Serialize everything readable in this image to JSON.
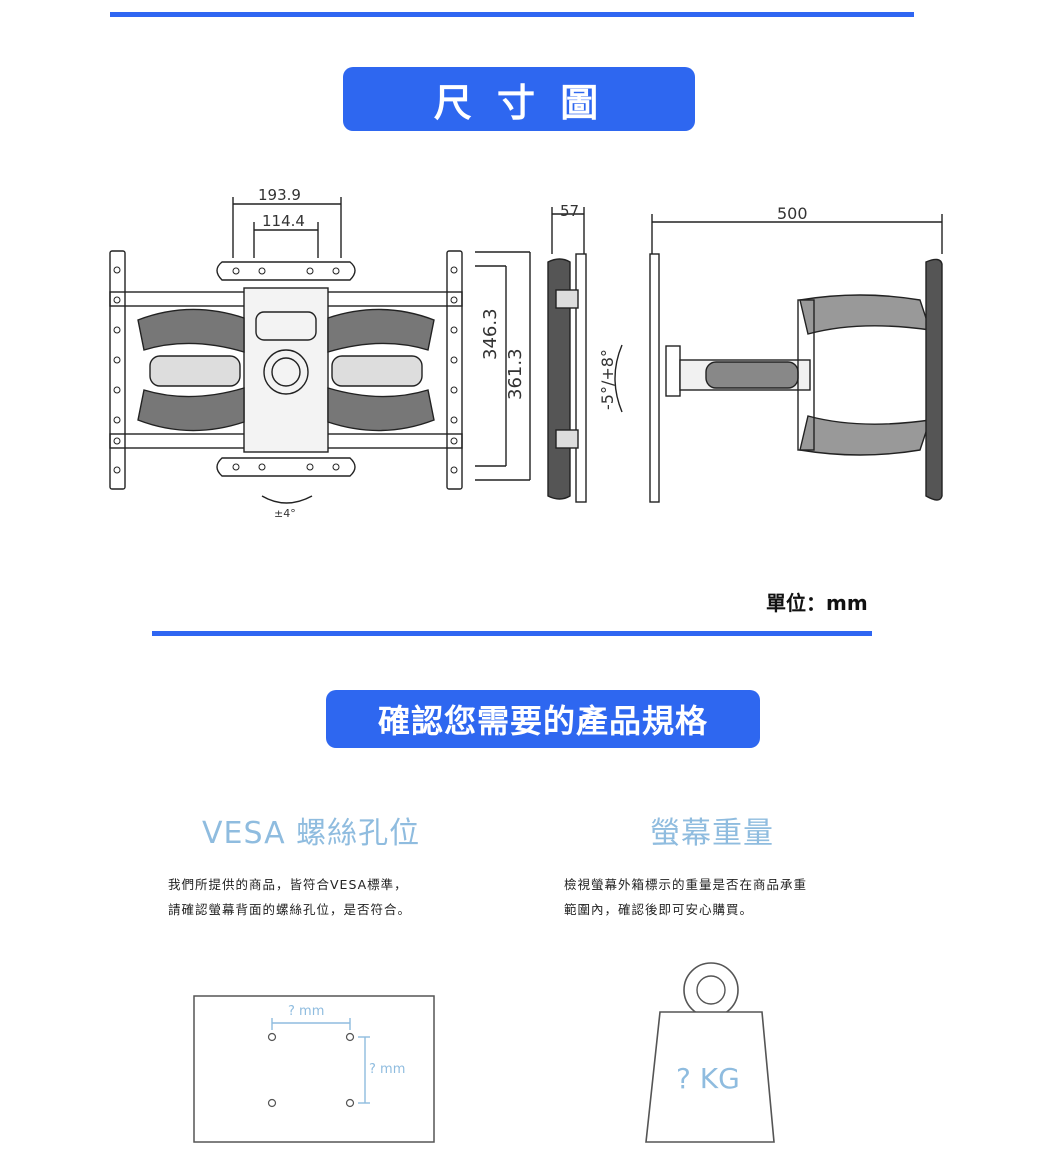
{
  "header": {
    "title": "尺 寸 圖"
  },
  "dimensions": {
    "width_outer": "193.9",
    "width_inner": "114.4",
    "height_inner": "346.3",
    "height_outer": "361.3",
    "depth": "57",
    "extension": "500",
    "swivel": "±4°",
    "tilt": "-5°/+8°",
    "unit_label": "單位：mm"
  },
  "section2": {
    "title": "確認您需要的產品規格"
  },
  "vesa": {
    "title": "VESA 螺絲孔位",
    "desc_line1": "我們所提供的商品，皆符合VESA標準，",
    "desc_line2": "請確認螢幕背面的螺絲孔位，是否符合。",
    "h_label": "? mm",
    "v_label": "? mm"
  },
  "weight": {
    "title": "螢幕重量",
    "desc_line1": "檢視螢幕外箱標示的重量是否在商品承重",
    "desc_line2": "範圍內，確認後即可安心購買。",
    "label": "? KG"
  },
  "colors": {
    "accent": "#2e67f0",
    "light_blue": "#8fbcdf"
  }
}
